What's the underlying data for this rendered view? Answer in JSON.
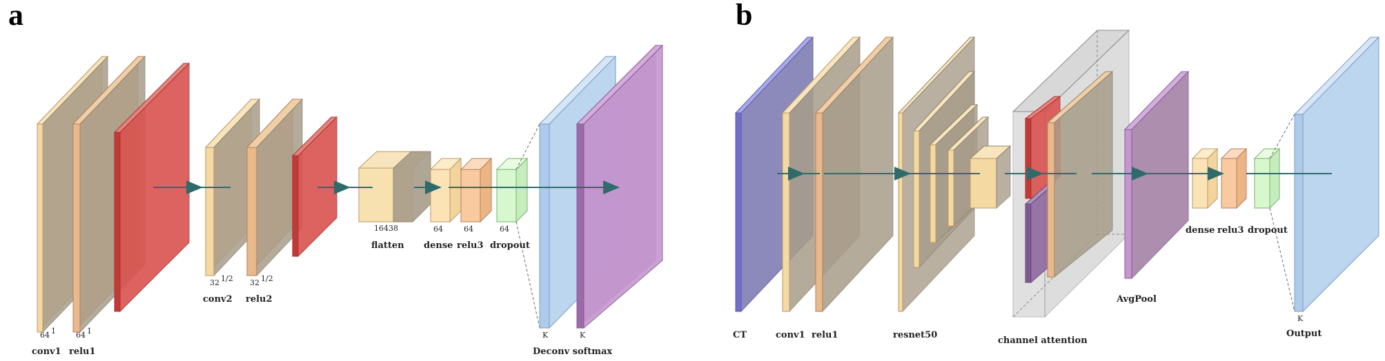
{
  "panel_a": {
    "letter": "a",
    "labels": {
      "conv1": "conv1",
      "relu1": "relu1",
      "conv2": "conv2",
      "relu2": "relu2",
      "flatten": "flatten",
      "dense": "dense",
      "relu3": "relu3",
      "dropout": "dropout",
      "deconv_softmax": "Deconv softmax"
    },
    "dims": {
      "conv1_channels": "64",
      "relu1_channels": "64",
      "conv1_scale": "1",
      "relu1_scale": "1",
      "conv2_channels": "32",
      "relu2_channels": "32",
      "conv2_scale": "1/2",
      "relu2_scale": "1/2",
      "flatten_size": "16438",
      "dense_units": "64",
      "relu3_units": "64",
      "dropout_units": "64",
      "deconv_k": "K",
      "softmax_k": "K"
    }
  },
  "panel_b": {
    "letter": "b",
    "labels": {
      "ct": "CT",
      "conv1": "conv1",
      "relu1": "relu1",
      "resnet50": "resnet50",
      "channel_attention": "channel attention",
      "avgpool": "AvgPool",
      "dense": "dense",
      "relu3": "relu3",
      "dropout": "dropout",
      "output": "Output"
    },
    "dims": {
      "output_k": "K"
    }
  },
  "colors": {
    "conv": "#f5d9a3",
    "relu": "#e8b98a",
    "pool": "#d9534f",
    "flatten": "#f7e1b0",
    "dense": "#fbe3b5",
    "relu_small": "#f9c9a0",
    "dropout": "#d7f7cf",
    "deconv": "#bcd6f0",
    "softmax": "#b98ac4",
    "input_ct": "#8c8ce0",
    "attention_box": "#c8c8c8",
    "arrow": "#2f6b6b"
  }
}
